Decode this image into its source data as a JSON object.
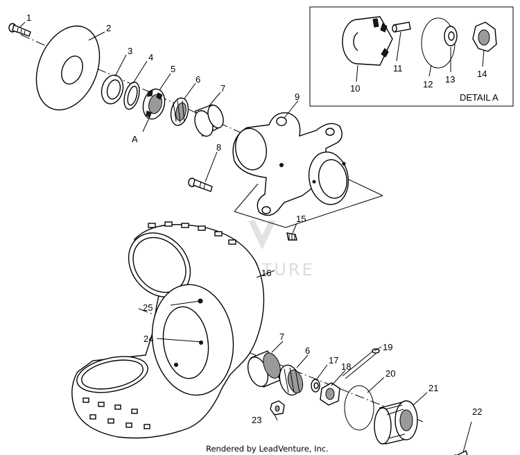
{
  "diagram": {
    "watermark": "LEADVENTURE",
    "credit": "Rendered by LeadVenture, Inc.",
    "detail_label": "DETAIL A",
    "reference_letter": "A",
    "callouts": [
      "1",
      "2",
      "3",
      "4",
      "5",
      "6",
      "7",
      "8",
      "9",
      "10",
      "11",
      "12",
      "13",
      "14",
      "15",
      "16",
      "17",
      "18",
      "19",
      "20",
      "21",
      "22",
      "23",
      "24",
      "25"
    ]
  }
}
